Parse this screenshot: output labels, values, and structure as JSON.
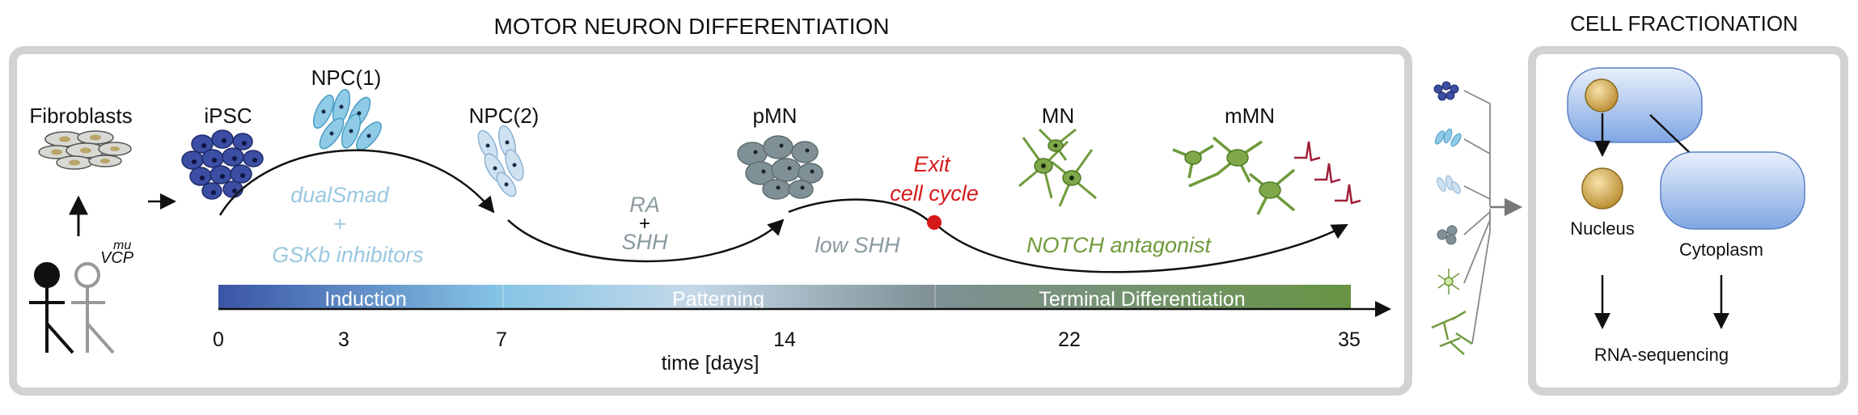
{
  "titles": {
    "main": "MOTOR NEURON DIFFERENTIATION",
    "side": "CELL FRACTIONATION"
  },
  "stages": {
    "fibroblasts": "Fibroblasts",
    "ipsc": "iPSC",
    "npc1": "NPC(1)",
    "npc2": "NPC(2)",
    "pmn": "pMN",
    "mn": "MN",
    "mmn": "mMN"
  },
  "treatments": {
    "dualsmad": "dualSmad",
    "plus1": "+",
    "gskb": "GSKb inhibitors",
    "ra": "RA",
    "plus2": "+",
    "shh": "SHH",
    "low_shh": "low SHH",
    "exit1": "Exit",
    "exit2": "cell cycle",
    "notch": "NOTCH antagonist"
  },
  "genotype": {
    "mu": "mu",
    "vcp": "VCP"
  },
  "phases": {
    "induction": "Induction",
    "patterning": "Patterning",
    "terminal": "Terminal Differentiation"
  },
  "axis": {
    "ticks": [
      "0",
      "3",
      "7",
      "14",
      "22",
      "35"
    ],
    "label": "time [days]"
  },
  "fractionation": {
    "nucleus": "Nucleus",
    "cytoplasm": "Cytoplasm",
    "rnaseq": "RNA-sequencing"
  },
  "colors": {
    "induction": "#3a55a6",
    "ipsc": "#3b4ea3",
    "npc": "#8fcbe6",
    "npc2": "#c7dced",
    "pmn": "#7f9196",
    "mn": "#6f9a3b",
    "exit": "#d7191c",
    "trace": "#a0203a",
    "cell_blue": "#9dbbe8",
    "nucleus": "#d4ac58"
  }
}
